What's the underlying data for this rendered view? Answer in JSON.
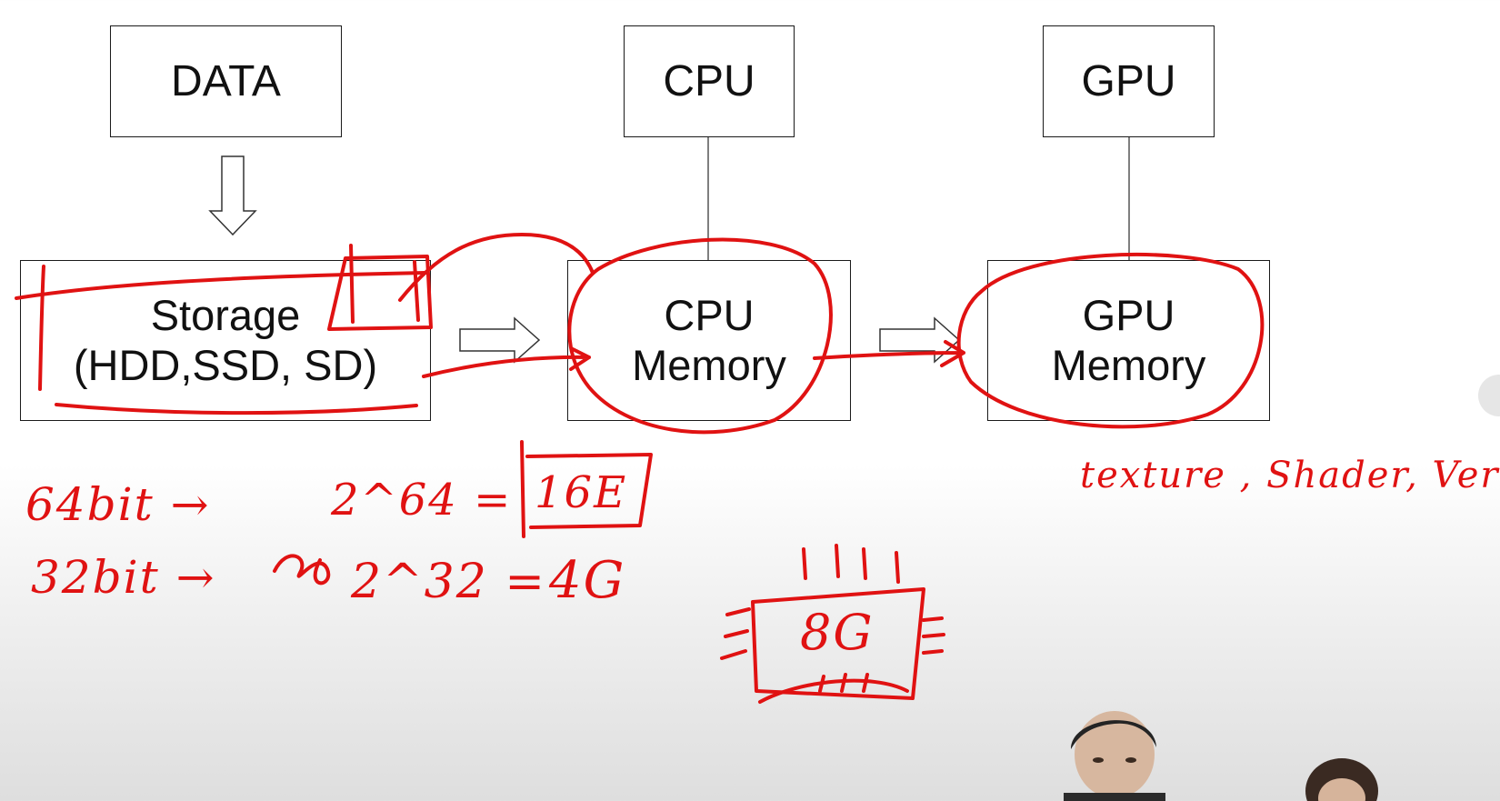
{
  "diagram": {
    "data_box": "DATA",
    "cpu_box": "CPU",
    "gpu_box": "GPU",
    "storage_box": {
      "line1": "Storage",
      "line2": "(HDD,SSD, SD)"
    },
    "cpu_memory_box": {
      "line1": "CPU",
      "line2": "Memory"
    },
    "gpu_memory_box": {
      "line1": "GPU",
      "line2": "Memory"
    }
  },
  "annotations": {
    "bit64": "64bit →",
    "pow64": "2^64 =",
    "result64": "16E",
    "bit32": "32bit →",
    "pow32": "2^32 =",
    "result32": "4G",
    "chip": "8G",
    "gpu_note": "texture , Shader, Vertex"
  },
  "colors": {
    "ink": "#e01212",
    "line": "#1a1a1a"
  }
}
